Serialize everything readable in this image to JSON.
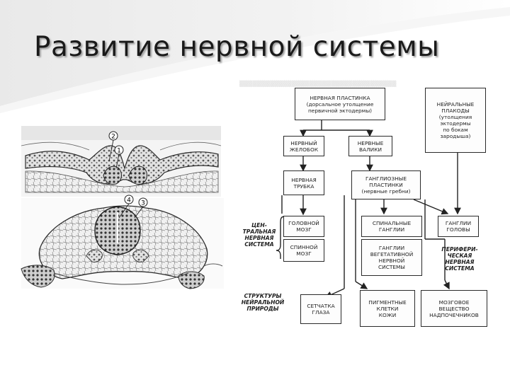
{
  "slide": {
    "title": "Развитие нервной системы"
  },
  "illustration": {
    "labels": [
      "1",
      "2",
      "3",
      "4"
    ]
  },
  "flowchart": {
    "boxes": {
      "neural_plate": "НЕРВНАЯ ПЛАСТИНКА\n(дорсальное утолщение\nпервичной эктодермы)",
      "neural_placodes": "НЕЙРАЛЬНЫЕ\nПЛАКОДЫ\n(утолщения\nэктодермы\nпо бокам\nзародыша)",
      "neural_groove": "НЕРВНЫЙ\nЖЕЛОБОК",
      "neural_folds": "НЕРВНЫЕ\nВАЛИКИ",
      "neural_tube": "НЕРВНАЯ\nТРУБКА",
      "ganglionic_plates": "ГАНГЛИОЗНЫЕ\nПЛАСТИНКИ\n(нервные гребни)",
      "brain": "ГОЛОВНОЙ\nМОЗГ",
      "spinal_cord": "СПИННОЙ\nМОЗГ",
      "spinal_ganglia": "СПИНАЛЬНЫЕ\nГАНГЛИИ",
      "autonomic_ganglia": "ГАНГЛИИ\nВЕГЕТАТИВНОЙ\nНЕРВНОЙ\nСИСТЕМЫ",
      "head_ganglia": "ГАНГЛИИ\nГОЛОВЫ",
      "retina": "СЕТЧАТКА\nГЛАЗА",
      "pigment_cells": "ПИГМЕНТНЫЕ\nКЛЕТКИ\nКОЖИ",
      "adrenal_medulla": "МОЗГОВОЕ\nВЕЩЕСТВО\nНАДПОЧЕЧНИКОВ"
    },
    "group_labels": {
      "central": "ЦЕН-\nТРАЛЬНАЯ\nНЕРВНАЯ\nСИСТЕМА",
      "peripheral": "ПЕРИФЕРИ-\nЧЕСКАЯ\nНЕРВНАЯ\nСИСТЕМА",
      "neural_structures": "СТРУКТУРЫ\nНЕЙРАЛЬНОЙ\nПРИРОДЫ"
    }
  }
}
